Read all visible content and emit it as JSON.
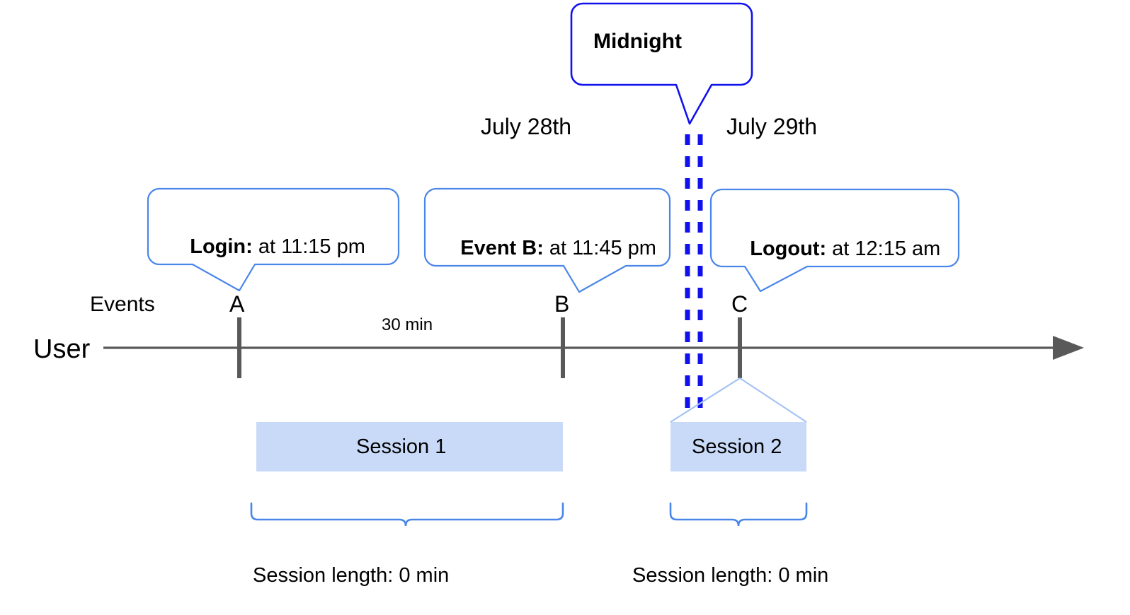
{
  "diagram": {
    "title": "User session timeline across midnight",
    "colors": {
      "callout_border": "#4a86e8",
      "midnight_border": "#1111ee",
      "midnight_dash": "#1111ee",
      "session_fill": "#c9daf8",
      "session_leader": "#a4c2f4",
      "axis": "#595959",
      "tick": "#595959",
      "brace": "#4a86e8",
      "text": "#000000"
    }
  },
  "midnight_callout": {
    "label": "Midnight"
  },
  "dates": {
    "left": "July 28th",
    "right": "July 29th"
  },
  "callouts": [
    {
      "name": "login",
      "lead": "Login:",
      "rest": " at 11:15 pm"
    },
    {
      "name": "event-b",
      "lead": "Event B:",
      "rest": " at 11:45 pm"
    },
    {
      "name": "logout",
      "lead": "Logout:",
      "rest": " at 12:15 am"
    }
  ],
  "axis": {
    "row_label": "User",
    "events_label": "Events",
    "event_markers": [
      {
        "letter": "A"
      },
      {
        "letter": "B"
      },
      {
        "letter": "C"
      }
    ],
    "interval_label": "30 min"
  },
  "sessions": [
    {
      "name": "session-1",
      "label": "Session 1",
      "length_label": "Session length: 0 min"
    },
    {
      "name": "session-2",
      "label": "Session 2",
      "length_label": "Session length: 0 min"
    }
  ]
}
